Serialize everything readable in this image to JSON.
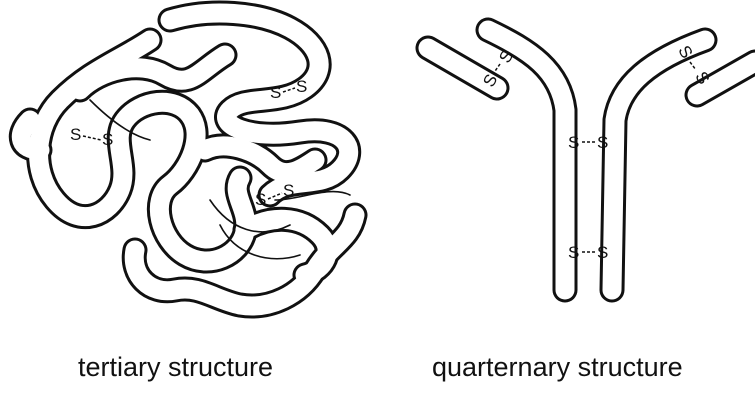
{
  "panels": [
    {
      "caption": "tertiary structure"
    },
    {
      "caption": "quarternary structure"
    }
  ],
  "disulfide_label": "S-S",
  "sulfur_label": "S",
  "colors": {
    "ink": "#111111",
    "background": "#ffffff"
  }
}
